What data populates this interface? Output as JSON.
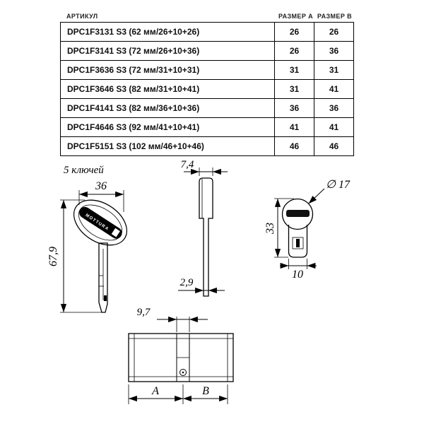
{
  "table": {
    "headers": {
      "article": "АРТИКУЛ",
      "size_a": "РАЗМЕР А",
      "size_b": "РАЗМЕР В"
    },
    "rows": [
      {
        "article": "DPC1F3131 S3 (62 мм/26+10+26)",
        "a": "26",
        "b": "26"
      },
      {
        "article": "DPC1F3141 S3 (72 мм/26+10+36)",
        "a": "26",
        "b": "36"
      },
      {
        "article": "DPC1F3636 S3 (72 мм/31+10+31)",
        "a": "31",
        "b": "31"
      },
      {
        "article": "DPC1F3646 S3 (82 мм/31+10+41)",
        "a": "31",
        "b": "41"
      },
      {
        "article": "DPC1F4141 S3 (82 мм/36+10+36)",
        "a": "36",
        "b": "36"
      },
      {
        "article": "DPC1F4646 S3 (92 мм/41+10+41)",
        "a": "41",
        "b": "41"
      },
      {
        "article": "DPC1F5151 S3 (102 мм/46+10+46)",
        "a": "46",
        "b": "46"
      }
    ]
  },
  "drawings": {
    "keys_label": "5 ключей",
    "key": {
      "width": "36",
      "height": "67,9",
      "brand": "MOTTURA"
    },
    "blade": {
      "top_width": "7,4",
      "bottom_width": "2,9"
    },
    "section": {
      "diameter_label": "∅ 17",
      "height": "33",
      "width": "10"
    },
    "body": {
      "cam_offset": "9,7",
      "dim_a": "A",
      "dim_b": "B"
    }
  }
}
